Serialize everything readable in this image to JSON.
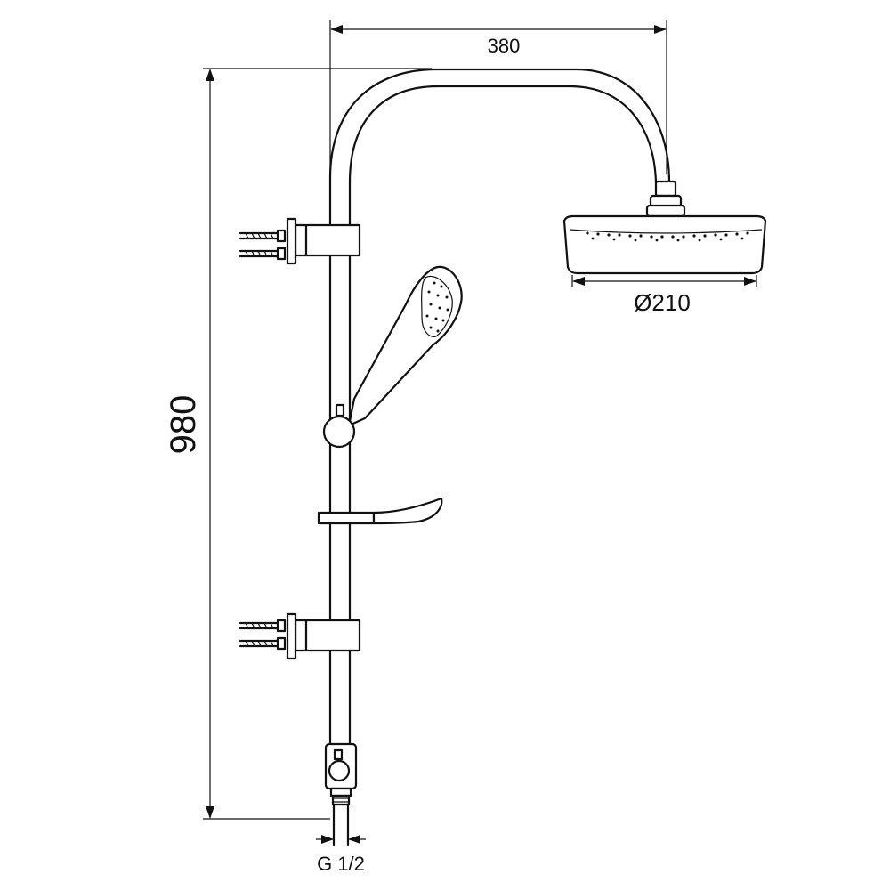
{
  "dimensions": {
    "width_label": "380",
    "height_label": "980",
    "head_diameter_label": "Ø210",
    "connection_label": "G 1/2"
  },
  "colors": {
    "line": "#111111",
    "background": "#ffffff"
  }
}
